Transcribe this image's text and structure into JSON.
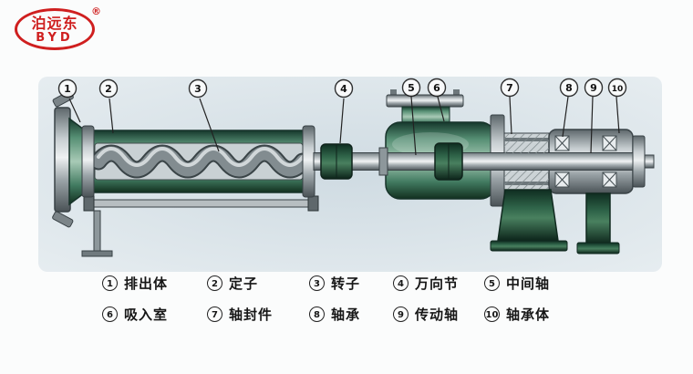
{
  "logo": {
    "brand_cn": "泊远东",
    "brand_en": "BYD",
    "registered": "®"
  },
  "callouts": [
    "1",
    "2",
    "3",
    "4",
    "5",
    "6",
    "7",
    "8",
    "9",
    "10"
  ],
  "legend": [
    {
      "num": "1",
      "label": "排出体"
    },
    {
      "num": "2",
      "label": "定子"
    },
    {
      "num": "3",
      "label": "转子"
    },
    {
      "num": "4",
      "label": "万向节"
    },
    {
      "num": "5",
      "label": "中间轴"
    },
    {
      "num": "6",
      "label": "吸入室"
    },
    {
      "num": "7",
      "label": "轴封件"
    },
    {
      "num": "8",
      "label": "轴承"
    },
    {
      "num": "9",
      "label": "传动轴"
    },
    {
      "num": "10",
      "label": "轴承体"
    }
  ],
  "colors": {
    "brand-red": "#cf1f1f",
    "pump-green": "#3e7c5f",
    "metal-gray": "#9aa4a8",
    "panel-blue": "#d3dee4",
    "ink": "#161616"
  }
}
